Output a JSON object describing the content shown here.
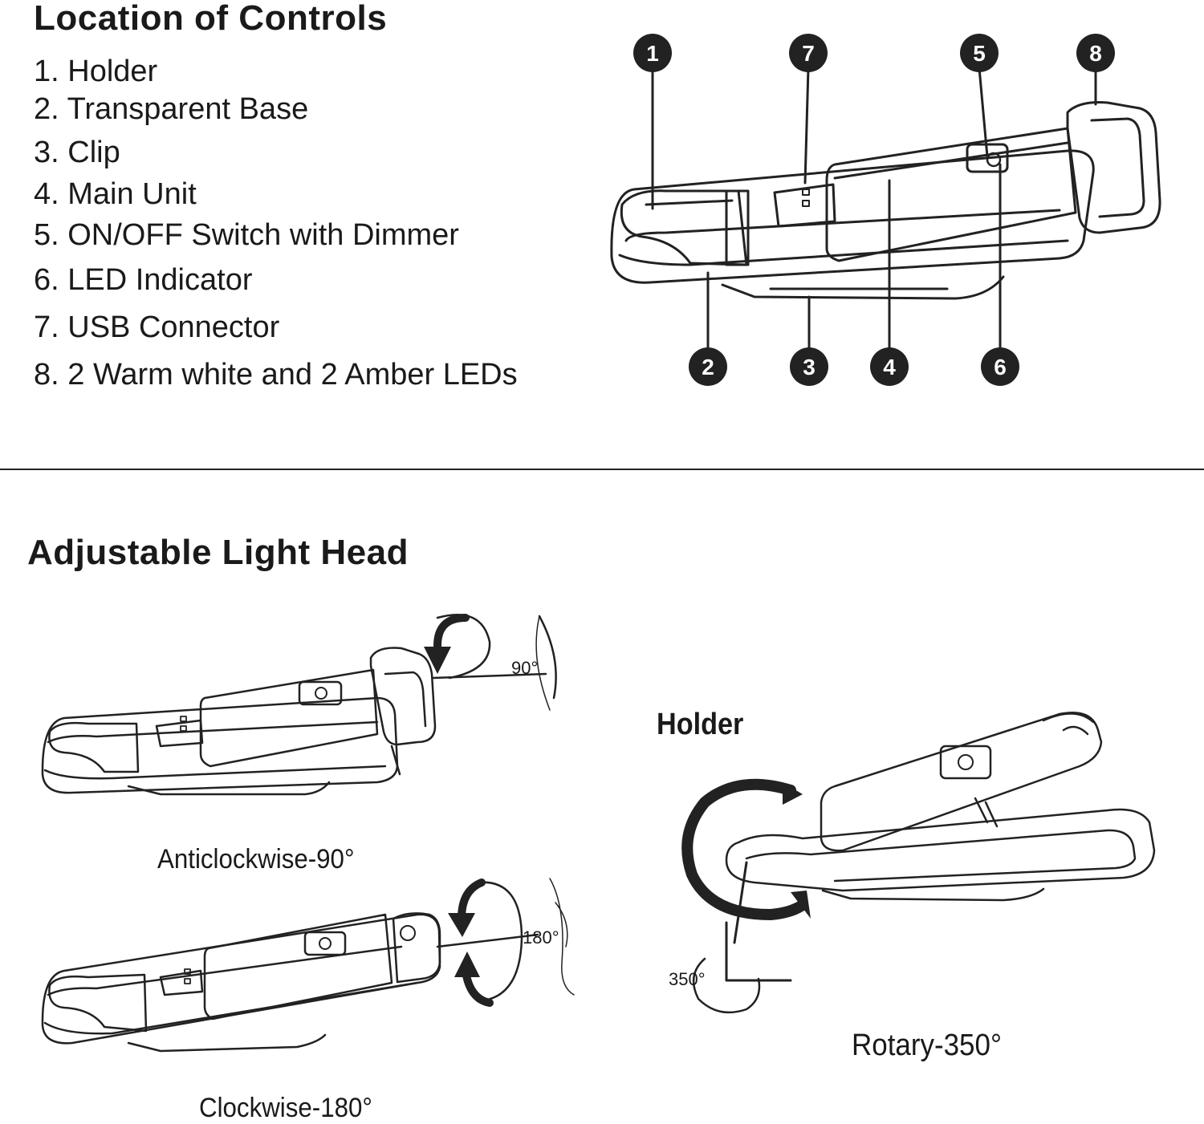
{
  "controls": {
    "title": "Location of Controls",
    "items": [
      "1. Holder",
      "2. Transparent Base",
      "3. Clip",
      "4. Main Unit",
      "5. ON/OFF Switch with Dimmer",
      "6. LED Indicator",
      "7. USB Connector",
      "8. 2 Warm white and 2 Amber LEDs"
    ],
    "callouts": [
      "1",
      "7",
      "5",
      "8",
      "2",
      "3",
      "4",
      "6"
    ]
  },
  "adjust": {
    "title": "Adjustable Light Head",
    "angle_90": "90°",
    "angle_180": "180°",
    "angle_350": "350°",
    "caption_anticlockwise": "Anticlockwise-90°",
    "caption_clockwise": "Clockwise-180°",
    "holder_label": "Holder",
    "caption_rotary": "Rotary-350°"
  }
}
